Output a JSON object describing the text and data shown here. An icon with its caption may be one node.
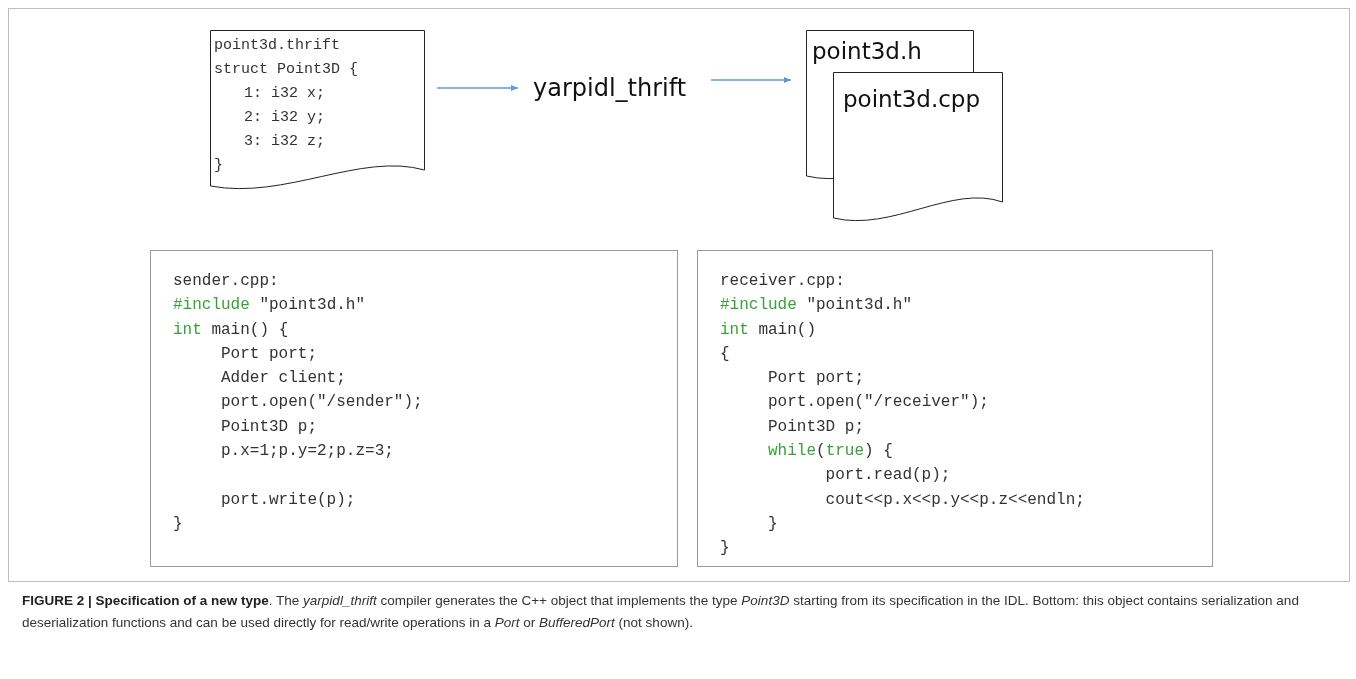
{
  "diagram": {
    "nodes": [
      {
        "text": [
          "point3d.thrift",
          "struct Point3D {",
          "1: i32 x;",
          "2: i32 y;",
          "3: i32 z;",
          "}"
        ]
      },
      {
        "text": [
          "yarpidl_thrift"
        ]
      },
      {
        "text": [
          "point3d.h"
        ]
      },
      {
        "text": [
          "point3d.cpp"
        ]
      },
      {
        "text": [
          "sender.cpp:",
          "#include \"point3d.h\"",
          "int main() {",
          "Port port;",
          "Adder client;",
          "port.open(\"/sender\");",
          "Point3D p;",
          "p.x=1;p.y=2;p.z=3;",
          "port.write(p);",
          "}"
        ]
      },
      {
        "text": [
          "receiver.cpp:",
          "#include \"point3d.h\"",
          "int main()",
          "{",
          "Port port;",
          "port.open(\"/receiver\");",
          "Point3D p;",
          "while(true) {",
          "port.read(p);",
          "cout<<p.x<<p.y<<p.z<<endln;",
          "}",
          "}"
        ]
      }
    ],
    "edges": [
      {
        "from": 0,
        "to": 1,
        "arrow": "to"
      },
      {
        "from": 1,
        "to": 2,
        "arrow": "to"
      }
    ],
    "caption": "**FIGURE 2 | Specification of a new type**. The *yarpidl_thrift* compiler generates the C++ object that implements the type *Point3D* starting from its specification in the IDL. Bottom: this object contains serialization and deserialization functions and can be used directly for read/write operations in a *Port* or *BufferedPort* (not shown)."
  }
}
